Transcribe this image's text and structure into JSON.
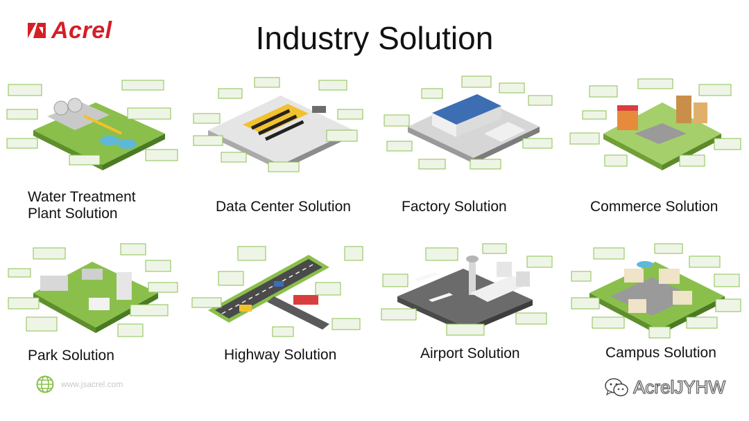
{
  "brand": {
    "name": "Acrel",
    "color": "#d41f26"
  },
  "page": {
    "title": "Industry Solution"
  },
  "solutions": [
    {
      "label": "Water Treatment\nPlant Solution"
    },
    {
      "label": "Data Center Solution"
    },
    {
      "label": "Factory Solution"
    },
    {
      "label": "Commerce Solution"
    },
    {
      "label": "Park Solution"
    },
    {
      "label": "Highway Solution"
    },
    {
      "label": "Airport Solution"
    },
    {
      "label": "Campus Solution"
    }
  ],
  "footer": {
    "website": "www.jsacrel.com",
    "icon": "globe-icon"
  },
  "watermark": {
    "text": "AcrelJYHW",
    "icon": "wechat-icon"
  }
}
